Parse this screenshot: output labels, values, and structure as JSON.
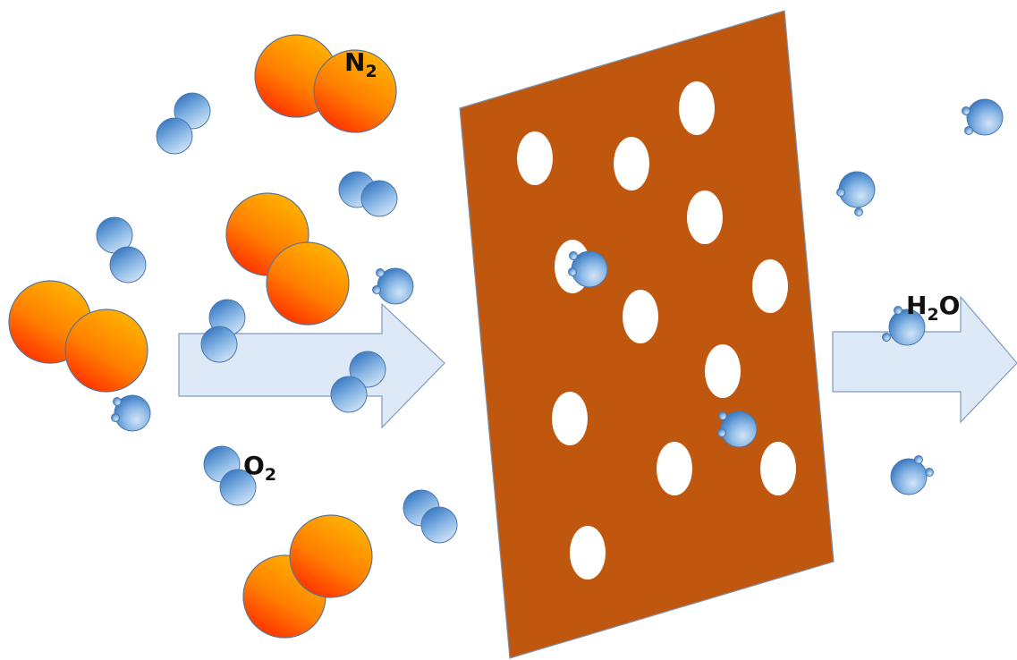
{
  "labels": {
    "n2": {
      "text": "N",
      "sub": "2"
    },
    "o2": {
      "text": "O",
      "sub": "2"
    },
    "h2o": {
      "text": "H",
      "sub": "2",
      "tail": "O"
    }
  },
  "colors": {
    "n2_fill_top": "#FFB800",
    "n2_fill_bottom": "#FF2A00",
    "blue_light": "#BFD8F2",
    "blue_dark": "#2E78C2",
    "membrane": "#C0570F",
    "arrow_fill": "#DDE9F6",
    "arrow_stroke": "#7D9BC0"
  }
}
